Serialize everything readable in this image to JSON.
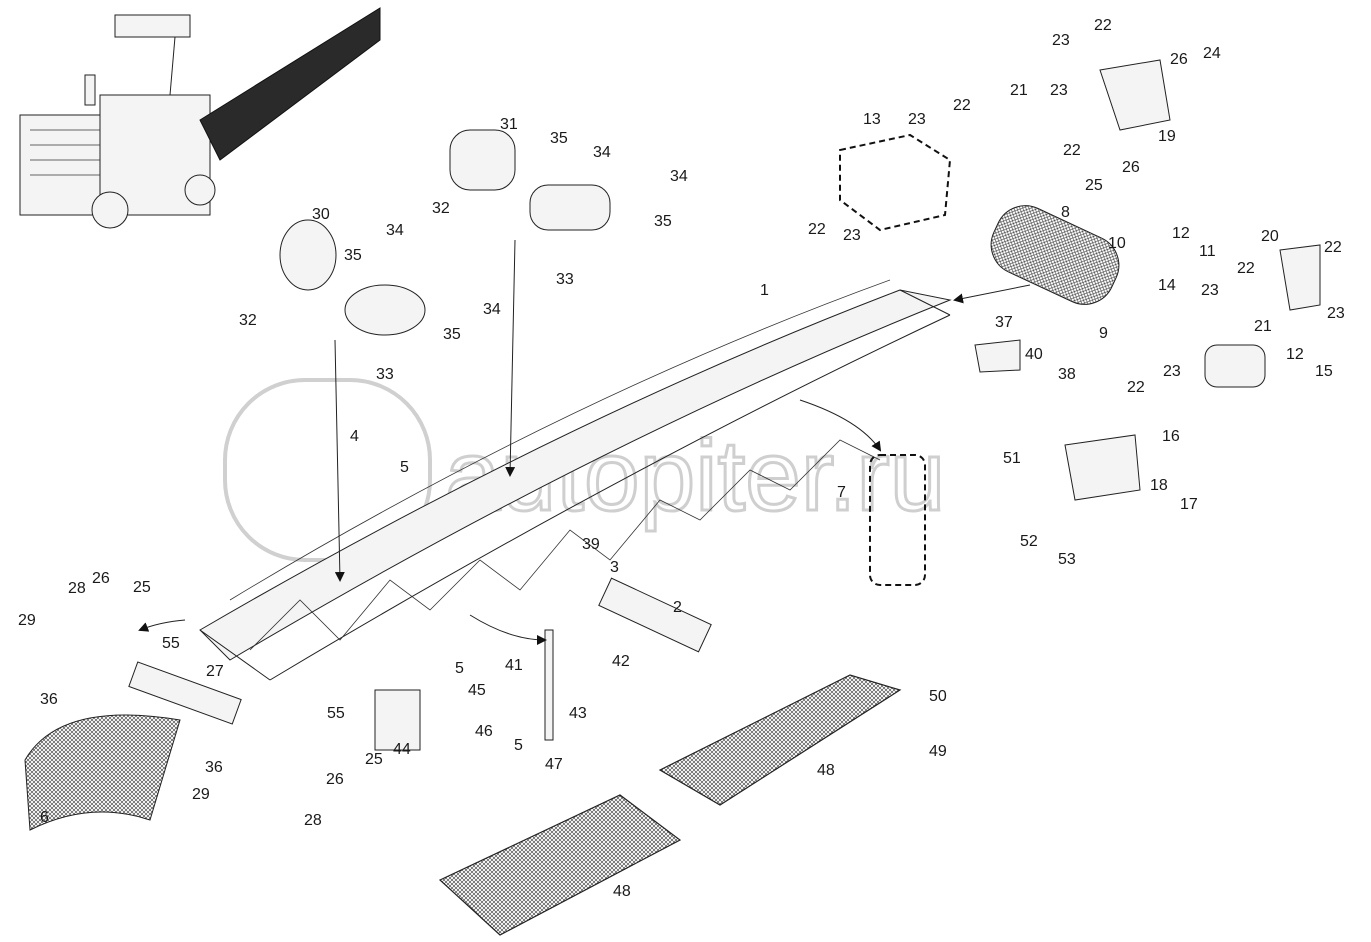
{
  "diagram": {
    "watermark": "autopiter.ru",
    "part_numbers": [
      "1",
      "2",
      "3",
      "4",
      "5",
      "6",
      "7",
      "8",
      "9",
      "10",
      "11",
      "12",
      "13",
      "14",
      "15",
      "16",
      "17",
      "18",
      "19",
      "20",
      "21",
      "22",
      "23",
      "24",
      "25",
      "26",
      "27",
      "28",
      "29",
      "30",
      "31",
      "32",
      "33",
      "34",
      "35",
      "36",
      "37",
      "38",
      "39",
      "40",
      "41",
      "42",
      "43",
      "44",
      "45",
      "46",
      "47",
      "48",
      "49",
      "50",
      "51",
      "52",
      "53",
      "55"
    ],
    "colors": {
      "line": "#222222",
      "background": "#ffffff",
      "watermark_stroke": "#cfcfcf"
    }
  }
}
